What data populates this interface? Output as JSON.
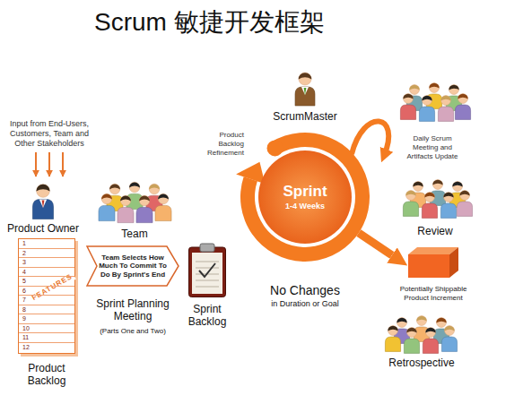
{
  "diagram": {
    "title": "Scrum 敏捷开发框架",
    "nodes": [
      {
        "text": [
          "1",
          "2",
          "3",
          "4",
          "5",
          "6",
          "7",
          "8",
          "9",
          "10",
          "11",
          "12",
          "FEATURES",
          "Product Backlog"
        ]
      },
      {
        "text": [
          "Team Selects How Much To Commit To Do By Sprint's End",
          "Sprint Planning Meeting",
          "(Parts One and Two)"
        ]
      },
      {
        "text": [
          "Sprint Backlog"
        ]
      },
      {
        "text": [
          "Sprint",
          "1-4 Weeks"
        ]
      },
      {
        "text": [
          "Potentially Shippable Product Increment"
        ]
      }
    ],
    "edges": [
      {
        "from": 3,
        "to": 4,
        "arrow": "to"
      }
    ],
    "labels": [
      "Input from End-Users, Customers, Team and Other Stakeholders",
      "Product Owner",
      "Team",
      "ScrumMaster",
      "Product Backlog Refinement",
      "No Changes",
      "in Duration or Goal",
      "Daily Scrum Meeting and Artifacts Update",
      "Review",
      "Retrospective"
    ]
  }
}
